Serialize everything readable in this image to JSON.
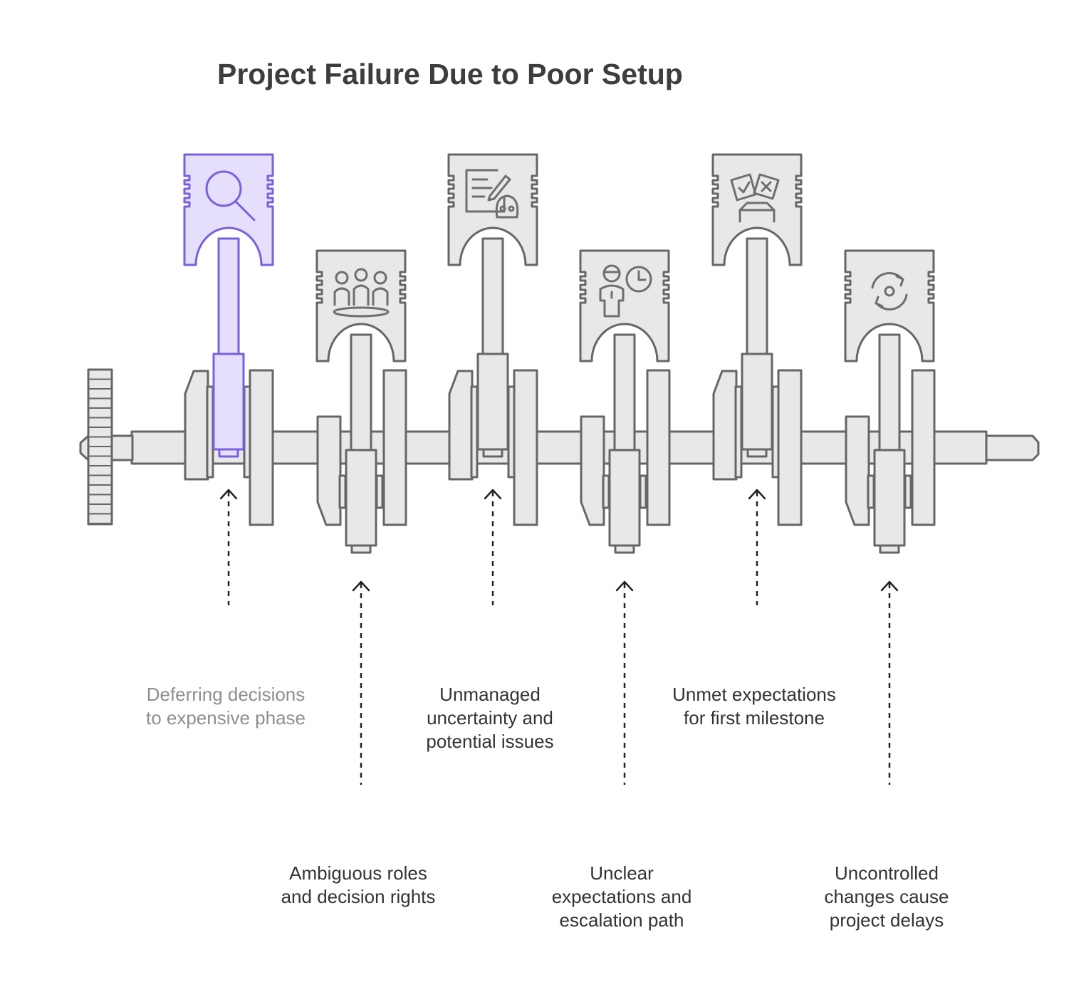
{
  "title": "Project Failure Due to Poor Setup",
  "colors": {
    "highlight": "#7a5fe0",
    "highlight_fill": "#e5dffc",
    "part_fill": "#e8e8e8",
    "part_stroke": "#666666"
  },
  "stages": [
    {
      "icon": "magnifier-icon",
      "lines": [
        "Deferring decisions",
        "to expensive phase"
      ],
      "highlighted": true
    },
    {
      "icon": "team-icon",
      "lines": [
        "Ambiguous roles",
        "and decision rights"
      ],
      "highlighted": false
    },
    {
      "icon": "document-skull-icon",
      "lines": [
        "Unmanaged",
        "uncertainty and",
        "potential issues"
      ],
      "highlighted": false
    },
    {
      "icon": "person-clock-icon",
      "lines": [
        "Unclear",
        "expectations and",
        "escalation path"
      ],
      "highlighted": false
    },
    {
      "icon": "checklist-cards-icon",
      "lines": [
        "Unmet expectations",
        "for first milestone"
      ],
      "highlighted": false
    },
    {
      "icon": "refresh-cycle-icon",
      "lines": [
        "Uncontrolled",
        "changes cause",
        "project delays"
      ],
      "highlighted": false
    }
  ]
}
